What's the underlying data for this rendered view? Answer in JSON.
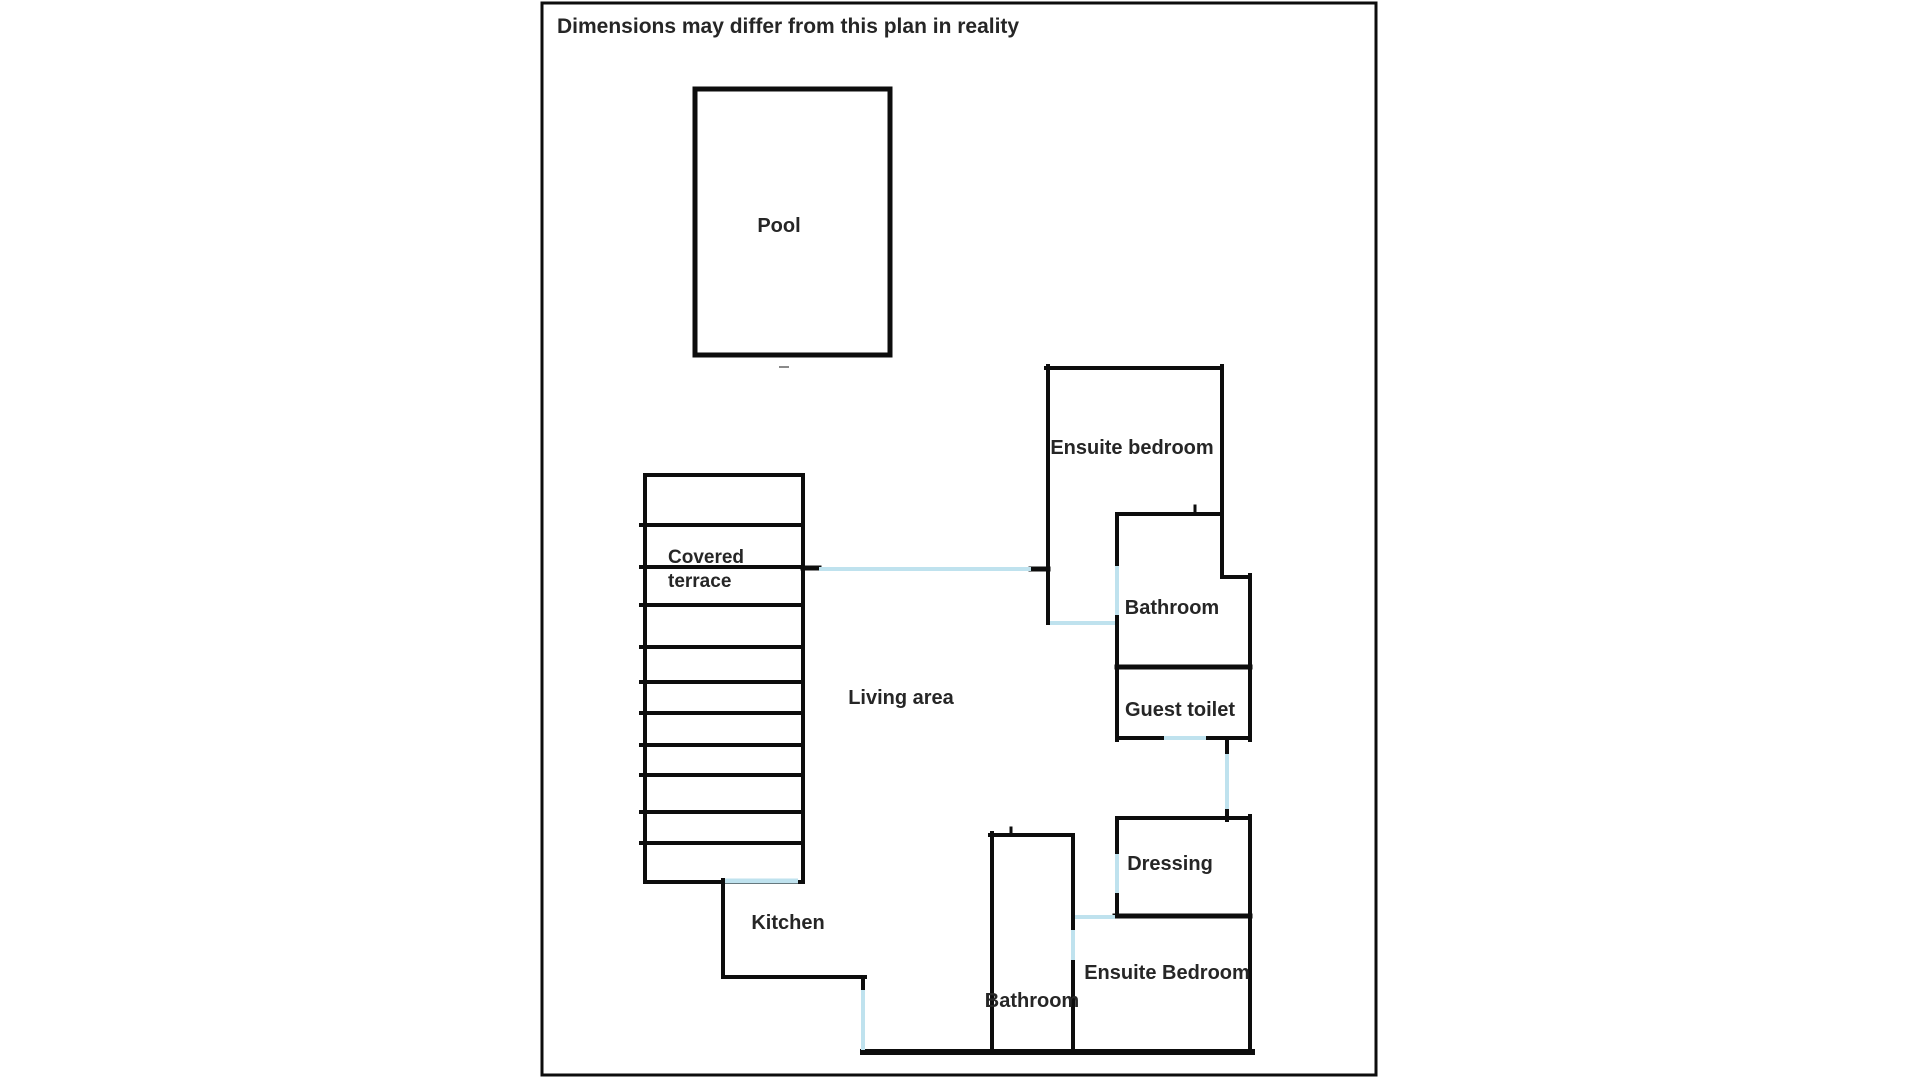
{
  "plan": {
    "disclaimer": "Dimensions may differ from this plan in reality",
    "colors": {
      "wall": "#0d0d0d",
      "door": "#bfe2ee",
      "pool_dash": "#8a8a8a"
    },
    "rooms": {
      "pool": "Pool",
      "covered_terrace_line1": "Covered",
      "covered_terrace_line2": "terrace",
      "living_area": "Living area",
      "kitchen": "Kitchen",
      "ensuite_bedroom_top": "Ensuite bedroom",
      "bathroom_top": "Bathroom",
      "guest_toilet": "Guest toilet",
      "dressing": "Dressing",
      "ensuite_bedroom_bottom": "Ensuite Bedroom",
      "bathroom_bottom": "Bathroom"
    }
  }
}
